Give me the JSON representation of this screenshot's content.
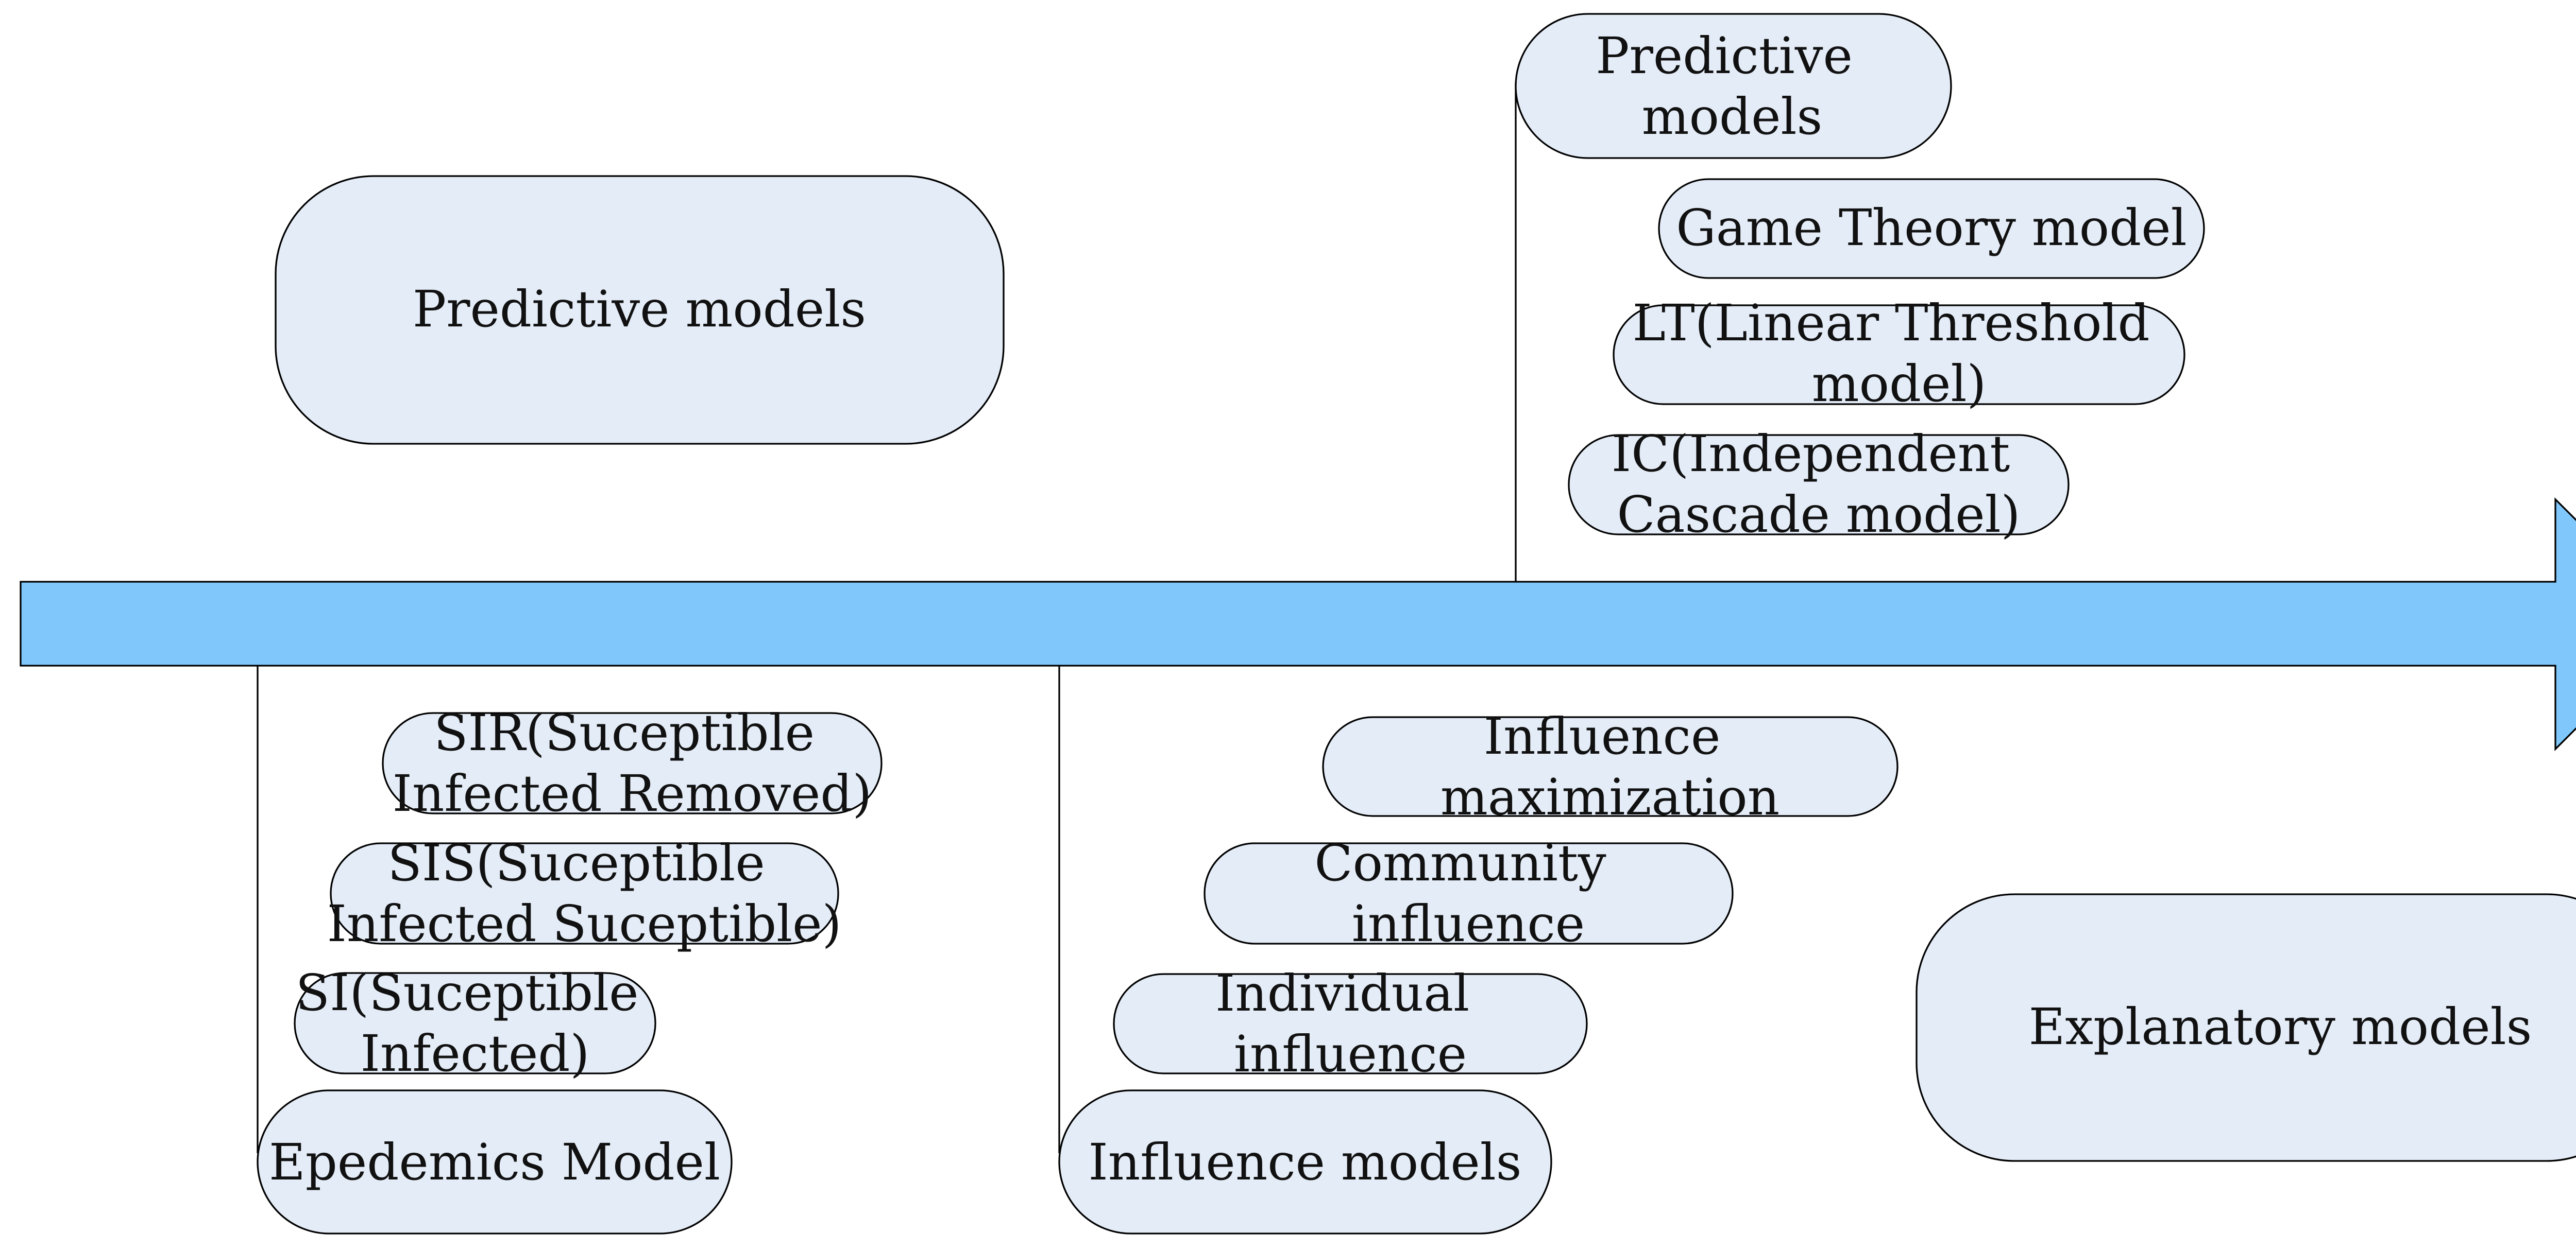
{
  "diagram": {
    "predictive_top": {
      "lines": [
        "Predictive",
        "models"
      ]
    },
    "game_theory": {
      "lines": [
        "Game Theory model"
      ]
    },
    "linear_threshold": {
      "lines": [
        "LT(Linear Threshold",
        "model)"
      ]
    },
    "independent_cascade": {
      "lines": [
        "IC(Independent",
        "Cascade model)"
      ]
    },
    "predictive_left": {
      "lines": [
        "Predictive models"
      ]
    },
    "sir": {
      "lines": [
        "SIR(Suceptible",
        "Infected Removed)"
      ]
    },
    "sis": {
      "lines": [
        "SIS(Suceptible",
        "Infected Suceptible)"
      ]
    },
    "si": {
      "lines": [
        "SI(Suceptible",
        "Infected)"
      ]
    },
    "epidemics": {
      "lines": [
        "Epedemics Model"
      ]
    },
    "influence_max": {
      "lines": [
        "Influence",
        "maximization"
      ]
    },
    "community": {
      "lines": [
        "Community",
        "influence"
      ]
    },
    "individual": {
      "lines": [
        "Individual",
        "influence"
      ]
    },
    "influence_models": {
      "lines": [
        "Influence models"
      ]
    },
    "explanatory": {
      "lines": [
        "Explanatory models"
      ]
    }
  },
  "colors": {
    "box_fill": "#e4ecf7",
    "arrow_fill": "#80c8fc",
    "stroke": "#000000"
  }
}
